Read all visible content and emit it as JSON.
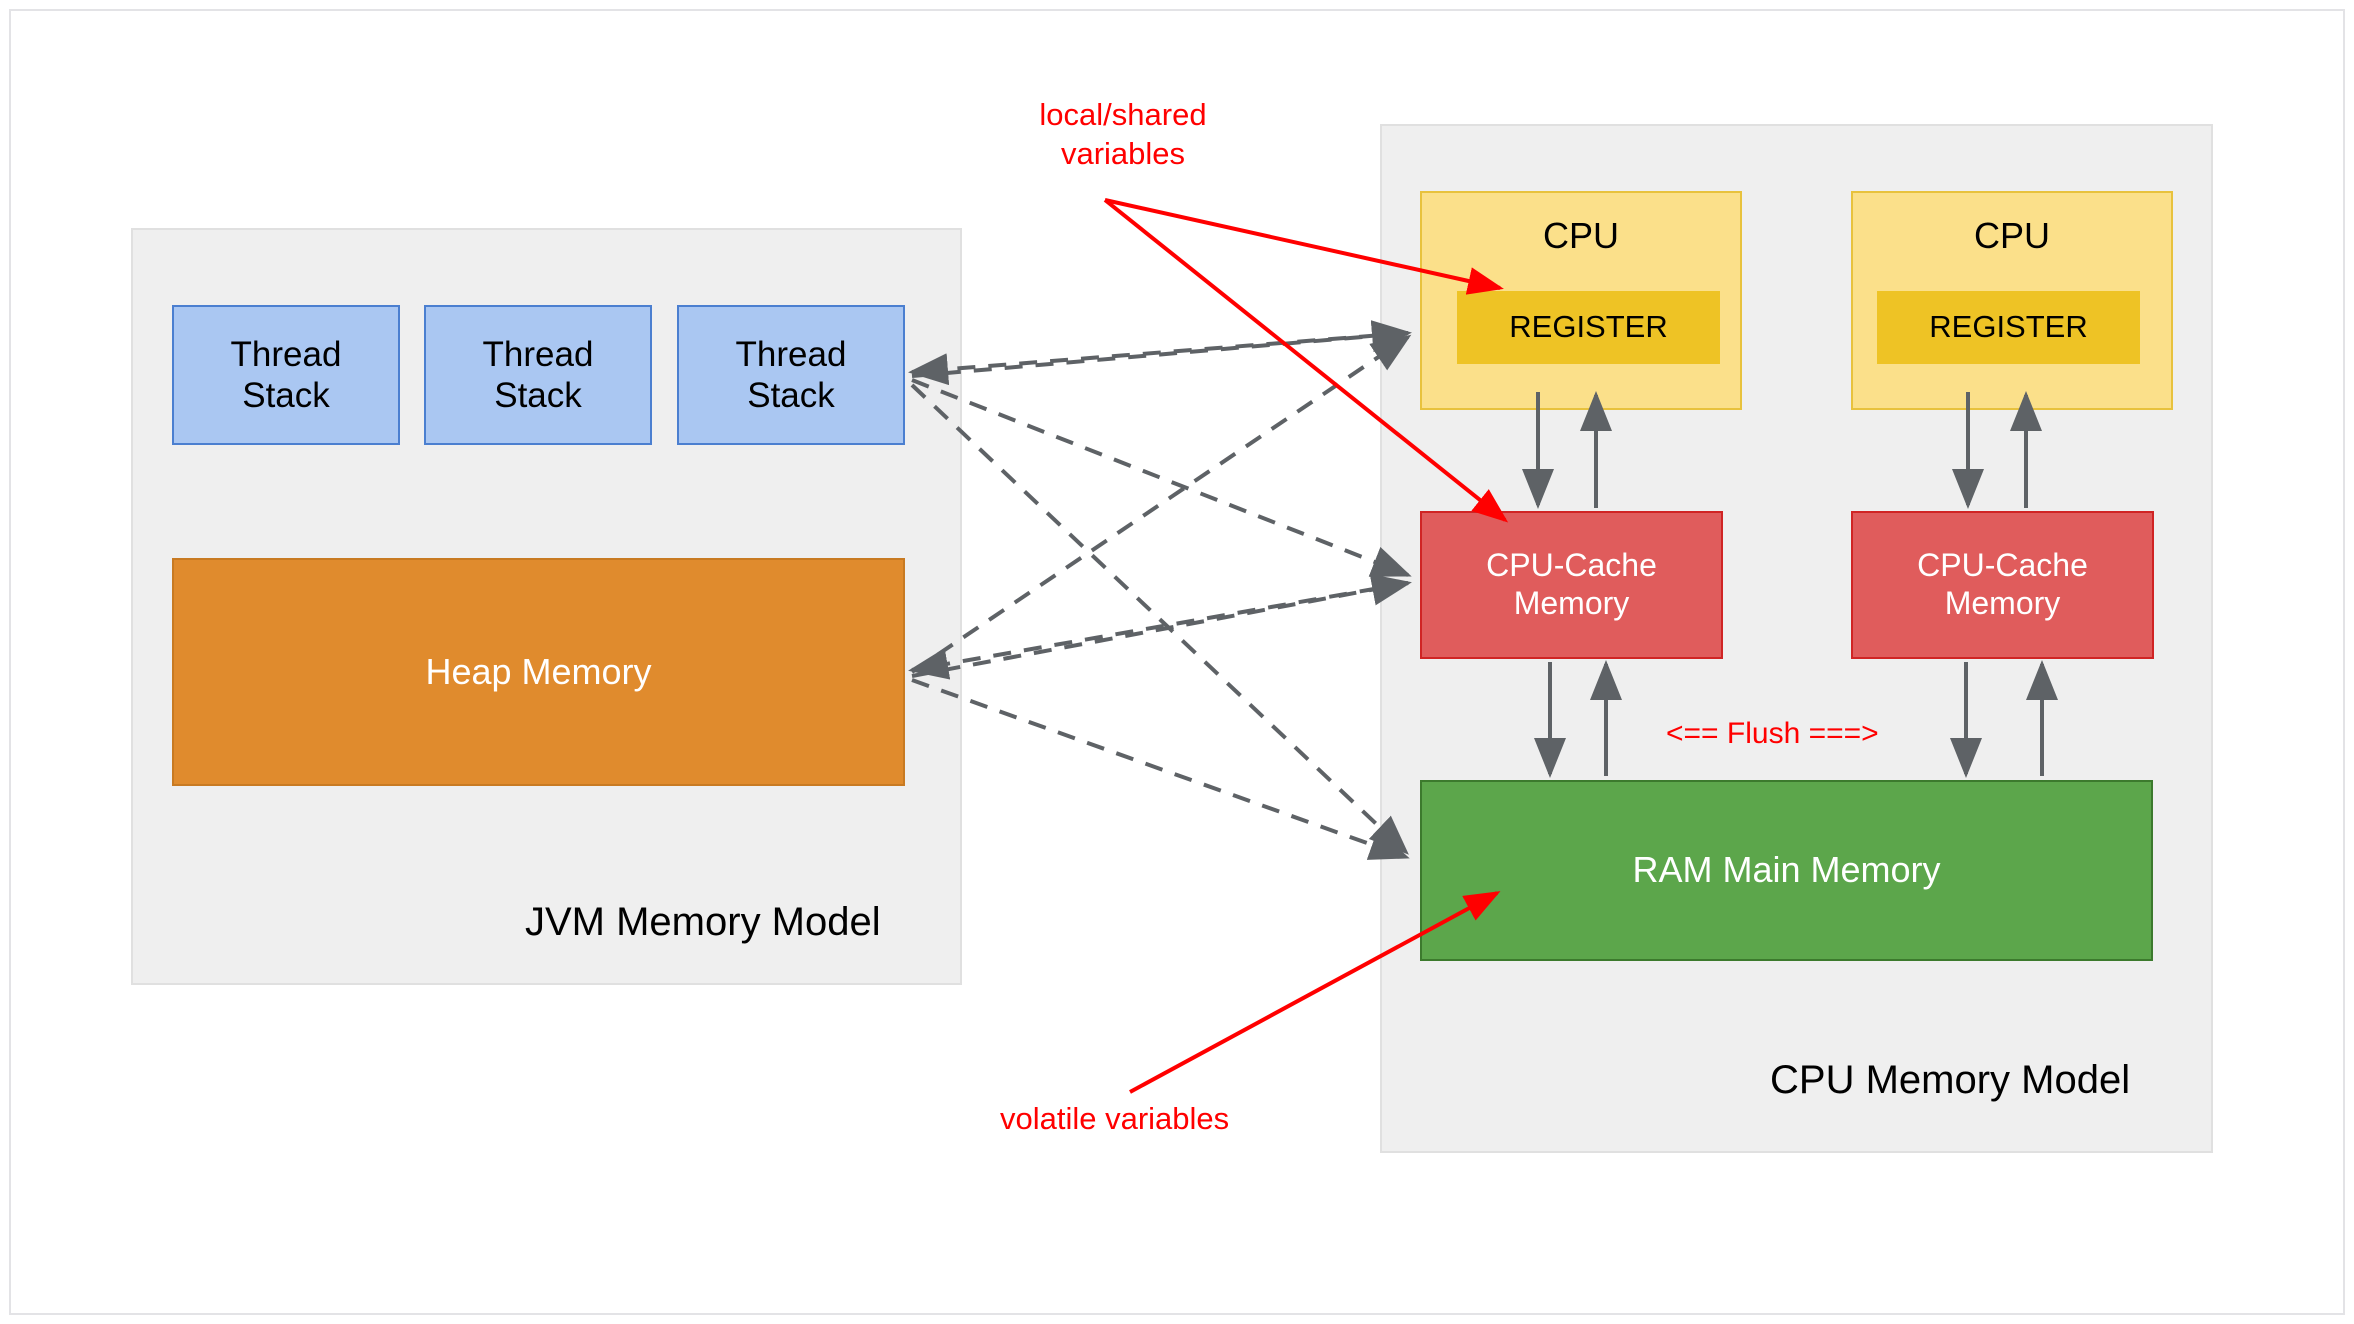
{
  "diagram": {
    "title": "JVM Memory Model and CPU Memory Model",
    "colors": {
      "panel_bg": "#efefef",
      "panel_border": "#e0e0e0",
      "thread_stack_fill": "#aac7f2",
      "thread_stack_border": "#4b7fd0",
      "heap_fill": "#e08b2d",
      "heap_border": "#c87a22",
      "cpu_fill": "#fbe08a",
      "cpu_border": "#e8c23d",
      "register_fill": "#eec325",
      "cache_fill": "#e05c5c",
      "cache_border": "#d02424",
      "ram_fill": "#5ca64b",
      "ram_border": "#3c7a2d",
      "annotation_red": "#ff0000",
      "edge_gray": "#5e6266"
    }
  },
  "jvm_panel": {
    "caption": "JVM Memory Model",
    "thread_stacks": [
      {
        "label": "Thread\nStack"
      },
      {
        "label": "Thread\nStack"
      },
      {
        "label": "Thread\nStack"
      }
    ],
    "heap": {
      "label": "Heap Memory"
    }
  },
  "cpu_panel": {
    "caption": "CPU Memory Model",
    "cpus": [
      {
        "label": "CPU",
        "register_label": "REGISTER",
        "cache_label": "CPU-Cache\nMemory"
      },
      {
        "label": "CPU",
        "register_label": "REGISTER",
        "cache_label": "CPU-Cache\nMemory"
      }
    ],
    "ram": {
      "label": "RAM Main Memory"
    }
  },
  "annotations": {
    "local_shared": "local/shared\nvariables",
    "volatile": "volatile variables",
    "flush": "<== Flush ===>"
  }
}
